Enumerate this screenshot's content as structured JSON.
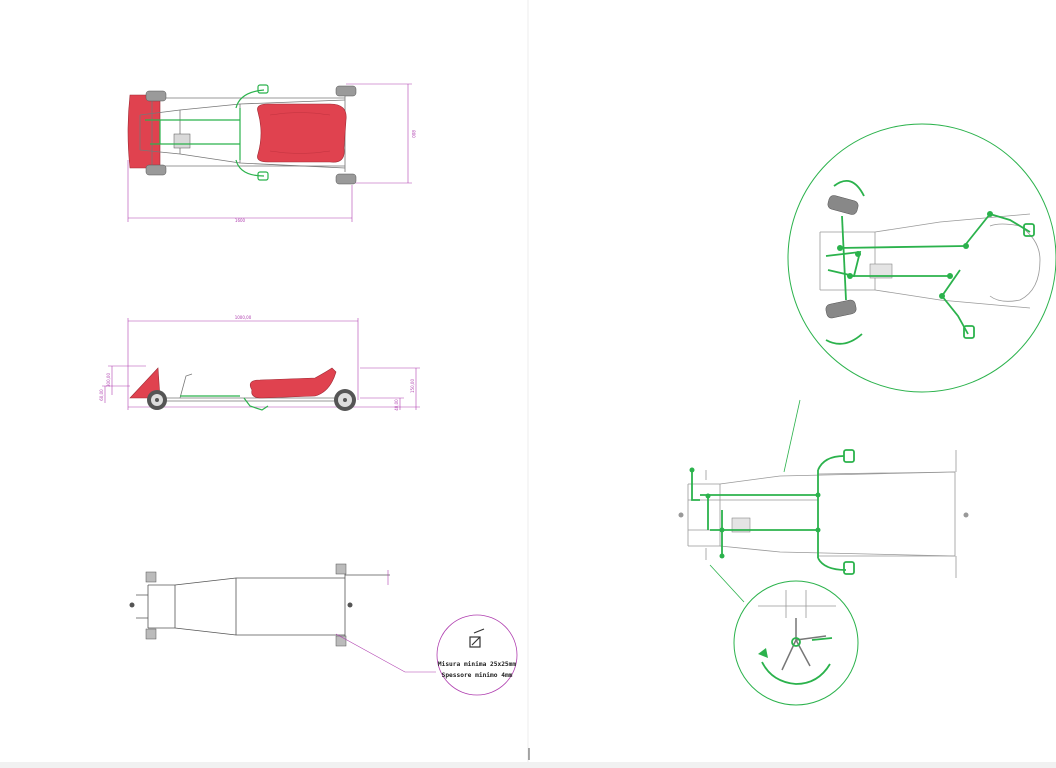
{
  "sheet": {
    "colors": {
      "frame": "#777777",
      "mechanism": "#2bb24c",
      "body": "#e0424f",
      "dimension": "#b040b0",
      "wheel": "#8a8a8a",
      "fold": "#dddddd"
    }
  },
  "top_view": {
    "dimensions": {
      "overall_length": "1600",
      "overall_width": "800"
    }
  },
  "side_view": {
    "dimensions": {
      "wheelbase": "1000,00",
      "front_height": "300,00",
      "rear_height": "150,00",
      "ground_clearance": "60,00",
      "axle_offset": "40,00"
    }
  },
  "frame_view": {
    "callout": {
      "icon": "square-tube-section-icon",
      "line1": "Misura minima 25x25mm",
      "line2": "Spessore minimo 4mm"
    }
  },
  "detail_views": {
    "steering_detail": {
      "icon": "steering-linkage-detail"
    },
    "brake_detail": {
      "icon": "brake-lever-detail"
    }
  }
}
